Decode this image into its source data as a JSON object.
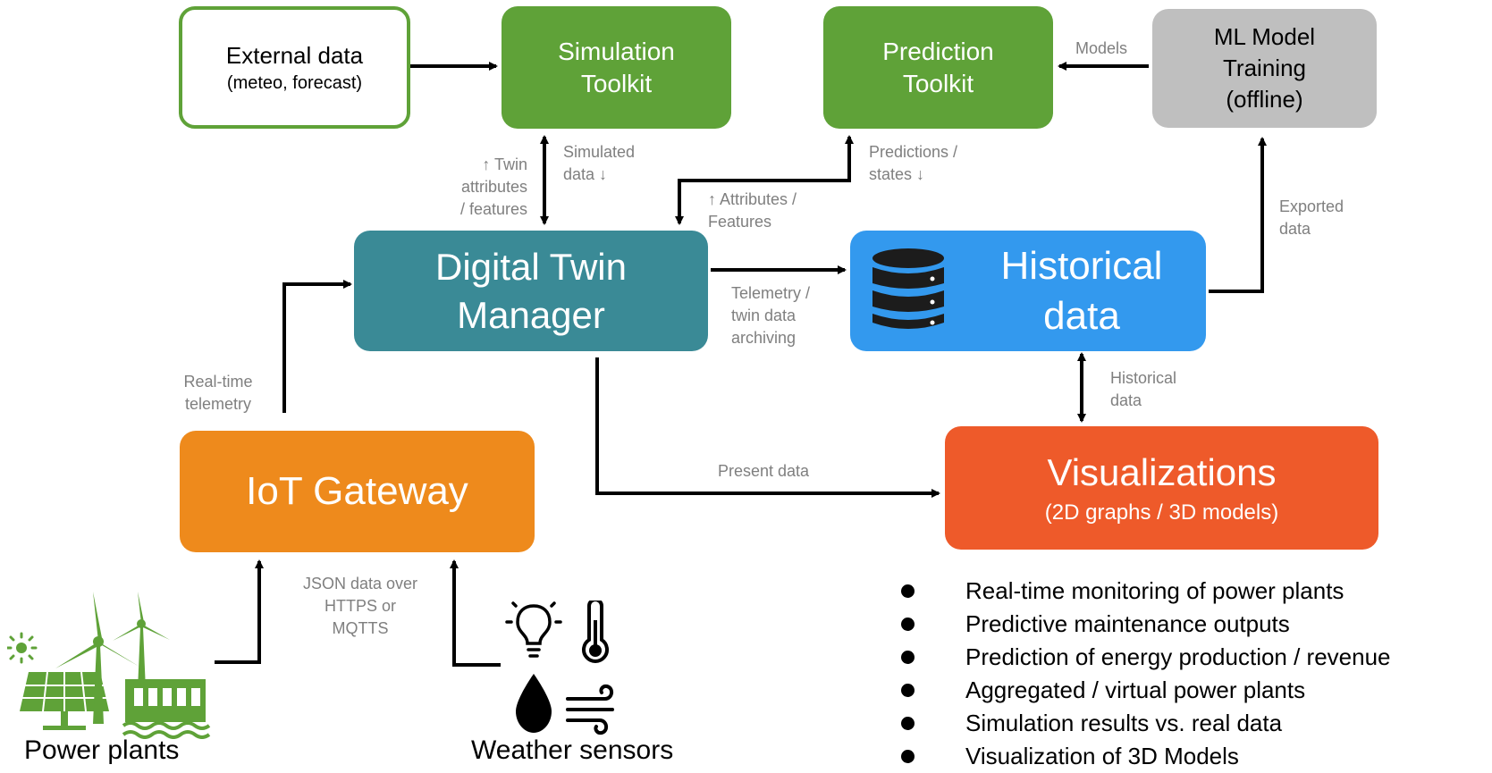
{
  "nodes": {
    "external": {
      "line1": "External data",
      "line2": "(meteo, forecast)"
    },
    "simulation": {
      "line1": "Simulation",
      "line2": "Toolkit"
    },
    "prediction": {
      "line1": "Prediction",
      "line2": "Toolkit"
    },
    "ml": {
      "line1": "ML Model",
      "line2": "Training",
      "line3": "(offline)"
    },
    "dtm": {
      "line1": "Digital Twin",
      "line2": "Manager"
    },
    "historical": {
      "line1": "Historical",
      "line2": "data"
    },
    "iot": {
      "line1": "IoT Gateway"
    },
    "viz": {
      "line1": "Visualizations",
      "line2": "(2D graphs / 3D models)"
    }
  },
  "edge_labels": {
    "models": "Models",
    "twin_attr": [
      "↑ Twin",
      "attributes",
      "/ features"
    ],
    "simulated": [
      "Simulated",
      "data ↓"
    ],
    "predictions": [
      "Predictions /",
      "states ↓"
    ],
    "attributes": [
      "↑ Attributes /",
      "Features"
    ],
    "exported": [
      "Exported",
      "data"
    ],
    "telemetry_arch": [
      "Telemetry /",
      "twin data",
      "archiving"
    ],
    "realtime": [
      "Real-time",
      "telemetry"
    ],
    "hist": [
      "Historical",
      "data"
    ],
    "present": "Present data",
    "json": [
      "JSON data over",
      "HTTPS or",
      "MQTTS"
    ]
  },
  "captions": {
    "power": "Power plants",
    "weather": "Weather sensors"
  },
  "bullets": [
    "Real-time monitoring of power plants",
    "Predictive maintenance outputs",
    "Prediction of energy production / revenue",
    "Aggregated / virtual power plants",
    "Simulation results vs. real data",
    "Visualization of 3D Models"
  ],
  "colors": {
    "green": "#5fa238",
    "teal": "#3a8a96",
    "blue": "#3399ee",
    "gray": "#bfbfbf",
    "orange": "#ee8a1c",
    "red_orange": "#ee5a2a",
    "icon_green": "#5fa238"
  }
}
